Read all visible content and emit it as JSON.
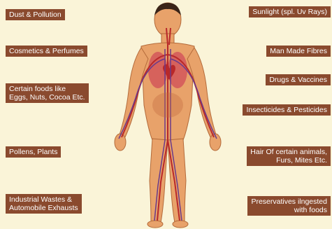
{
  "left_labels": [
    "Dust & Pollution",
    "Cosmetics & Perfumes",
    "Certain foods like\nEggs, Nuts, Cocoa Etc.",
    "Pollens, Plants",
    "Industrial Wastes &\nAutomobile Exhausts"
  ],
  "right_labels": [
    "Sunlight (spl. Uv Rays)",
    "Man Made Fibres",
    "Drugs & Vaccines",
    "Insecticides & Pesticides",
    "Hair Of certain animals,\nFurs, Mites Etc.",
    "Preservatives ilngested\nwith foods"
  ],
  "colors": {
    "background": "#faf4d8",
    "label_bg": "#8a4a2e",
    "skin": "#e8a26a",
    "vessels": "#b8282a",
    "veins": "#6a3a8a"
  }
}
